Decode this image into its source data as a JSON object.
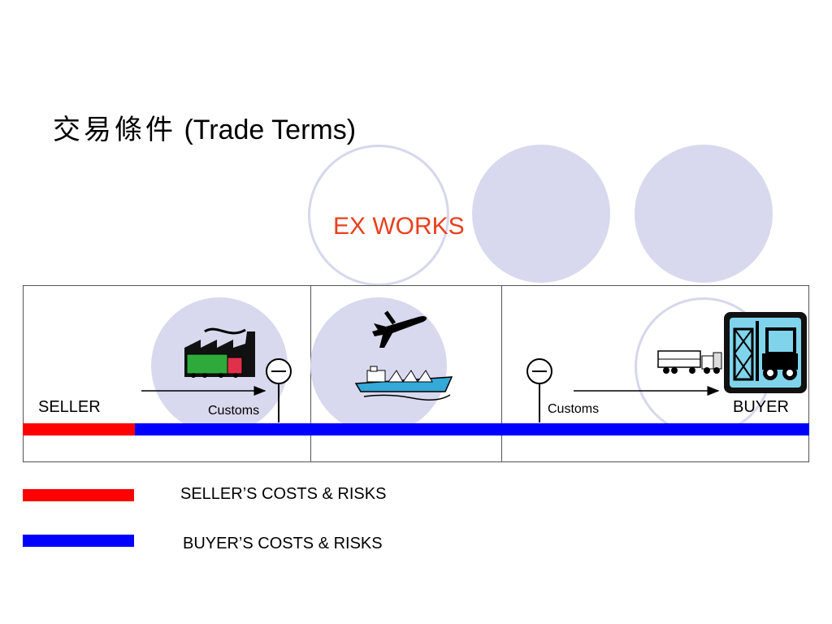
{
  "slide": {
    "title_cjk": "交易條件",
    "title_en": "(Trade Terms)",
    "term": "EX WORKS"
  },
  "diagram": {
    "seller_label": "SELLER",
    "buyer_label": "BUYER",
    "customs_left": "Customs",
    "customs_right": "Customs",
    "seller_share": 0.143,
    "icons": [
      "factory-icon",
      "airplane-icon",
      "ship-icon",
      "truck-icon",
      "forklift-warehouse-icon"
    ]
  },
  "legend": {
    "seller": "SELLER’S COSTS & RISKS",
    "buyer": "BUYER’S COSTS & RISKS"
  },
  "colors": {
    "seller": "#ff0000",
    "buyer": "#0000ff",
    "term": "#e8401e",
    "circle": "#d8d8ee"
  }
}
